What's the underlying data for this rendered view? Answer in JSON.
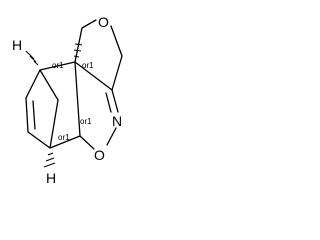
{
  "molecule": {
    "atoms": {
      "oxygen_ring": "O",
      "nitrogen": "N",
      "oxygen_isoxazole": "O",
      "hydrogen_top": "H",
      "hydrogen_bottom": "H"
    },
    "stereo_labels": {
      "c_quaternary": "or1",
      "c_bridgehead_top": "or1",
      "c_ring_fusion": "or1",
      "c_bridgehead_bottom": "or1"
    },
    "colors": {
      "ink": "#000000",
      "background": "#ffffff"
    }
  }
}
